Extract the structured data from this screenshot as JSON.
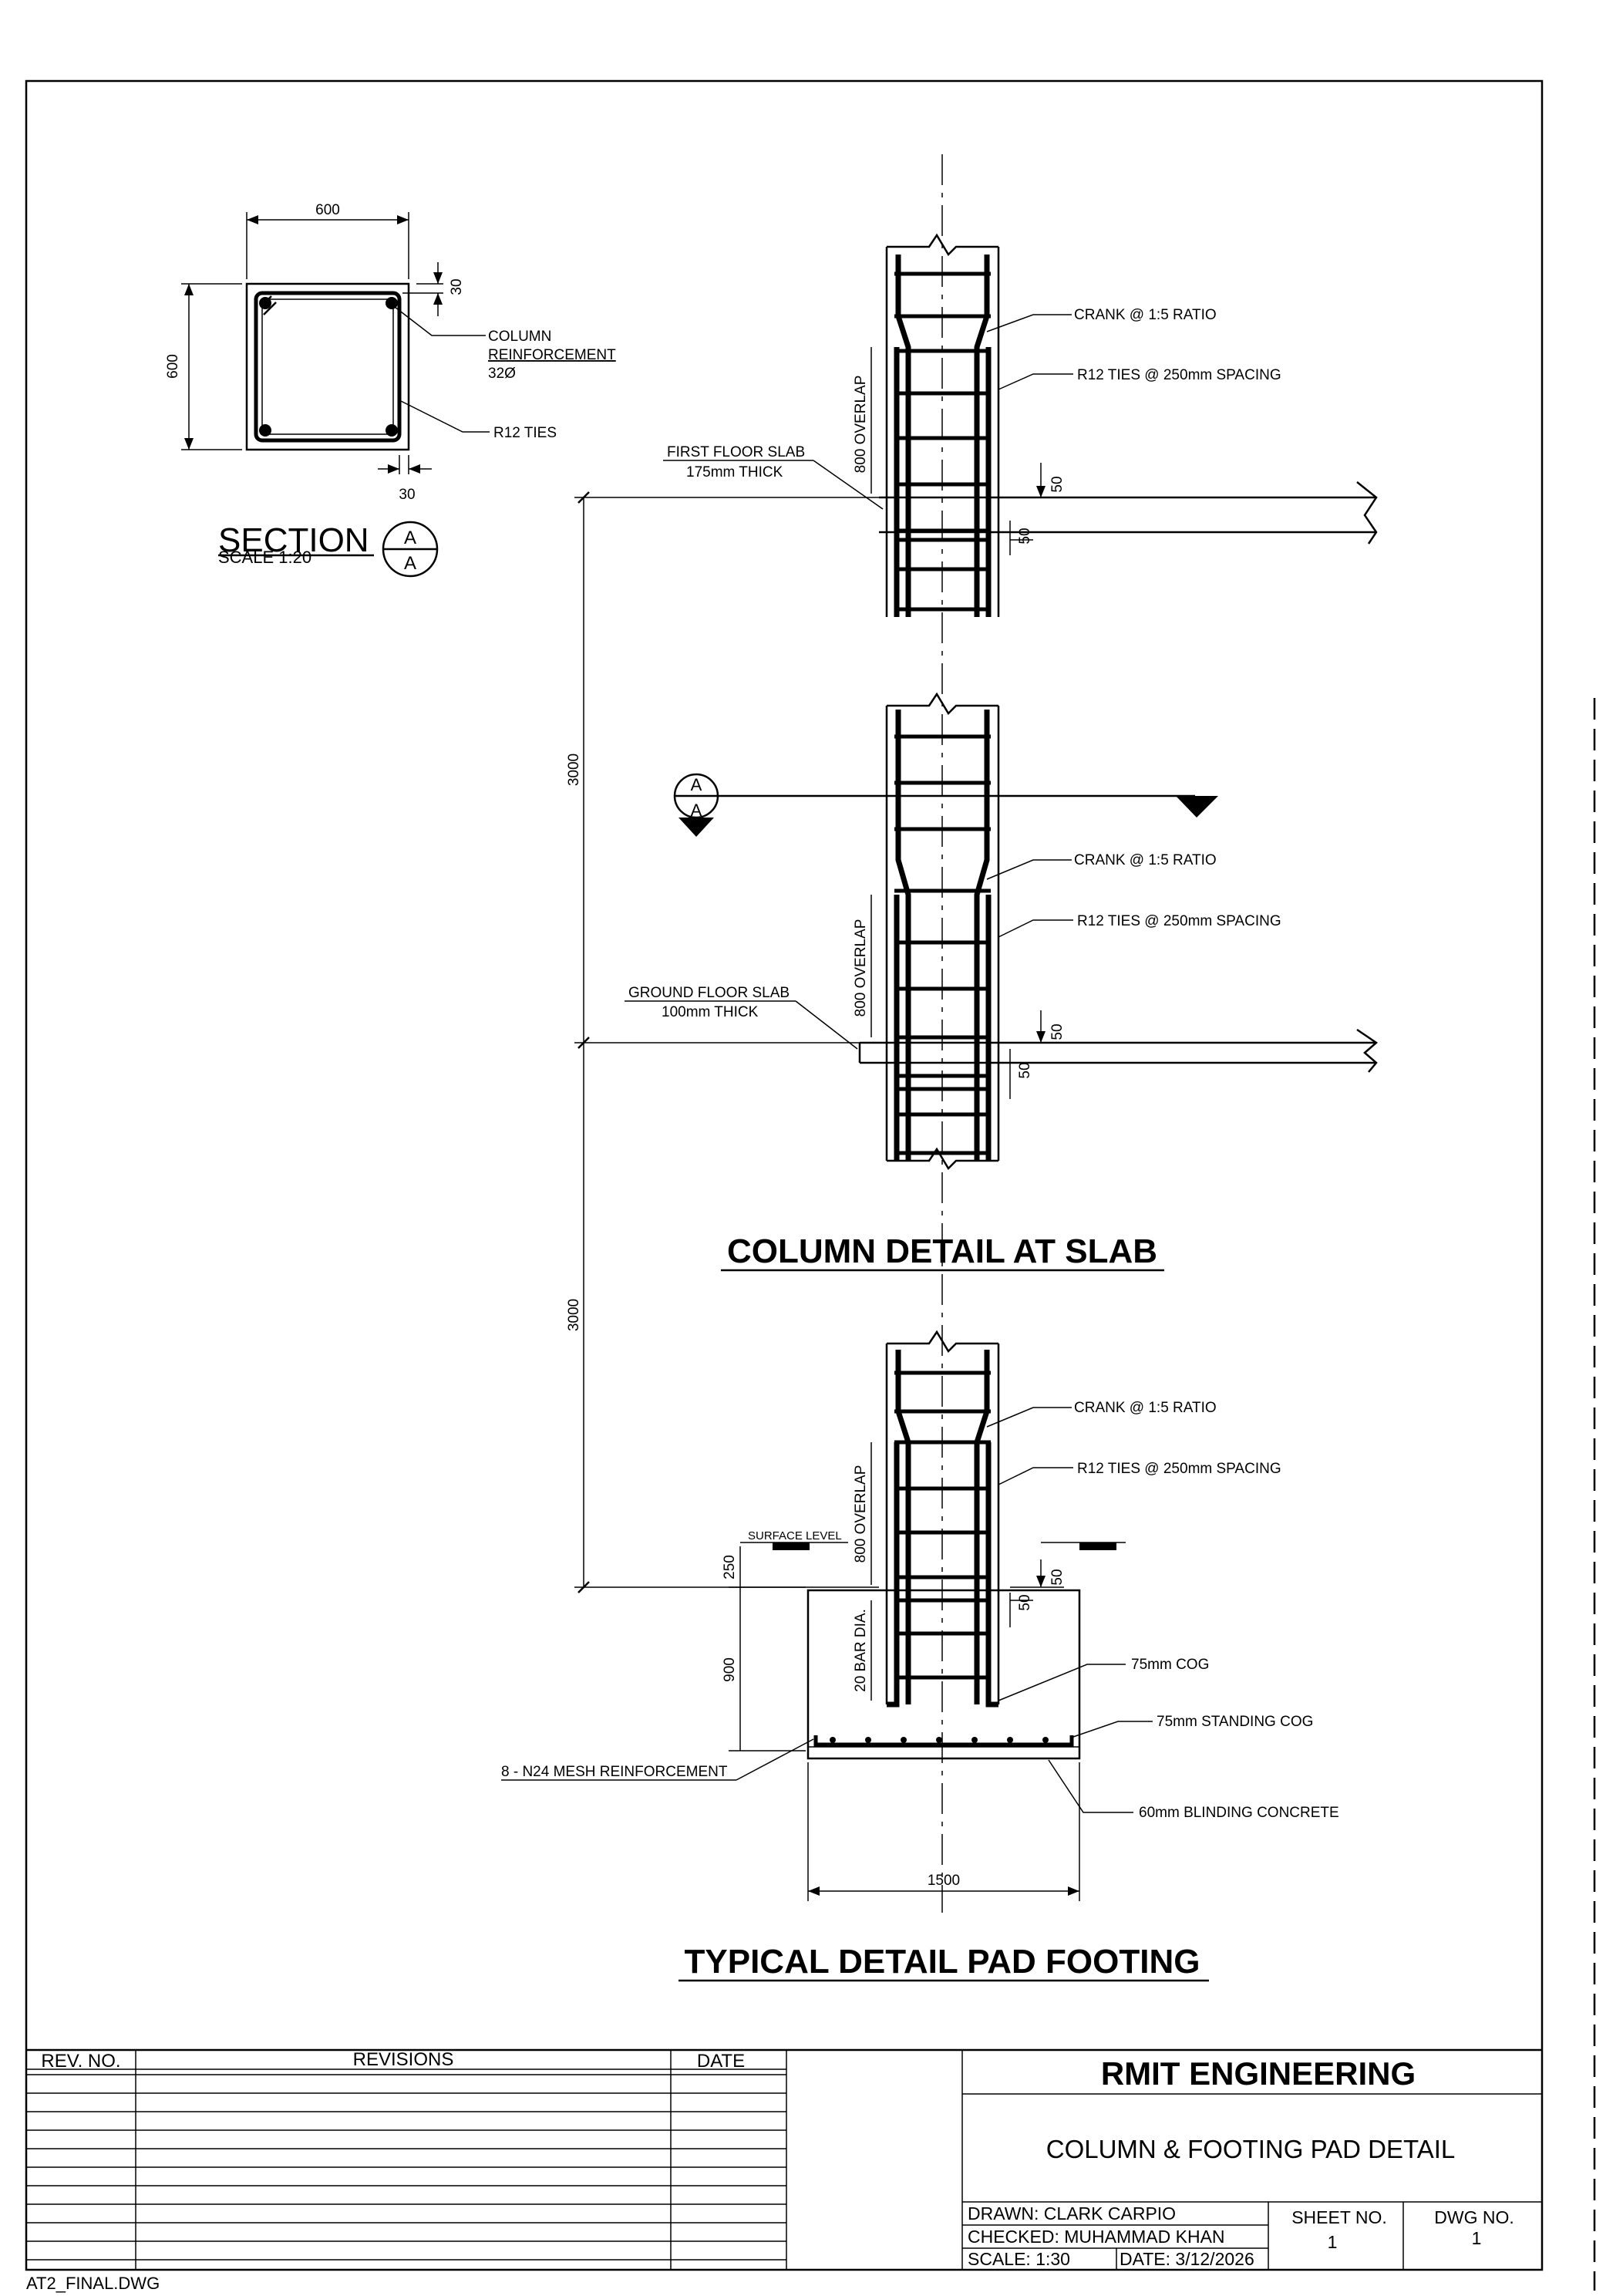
{
  "section": {
    "title": "SECTION",
    "scale": "SCALE 1:20",
    "marker_top": "A",
    "marker_bottom": "A",
    "dim_width": "600",
    "dim_height": "600",
    "dim_cover_top": "30",
    "dim_cover_bottom": "30",
    "label_reinf_1": "COLUMN",
    "label_reinf_2": "REINFORCEMENT",
    "label_reinf_3": "32Ø",
    "label_ties": "R12 TIES"
  },
  "column_detail": {
    "title": "COLUMN DETAIL AT SLAB",
    "crank_1": "CRANK @ 1:5 RATIO",
    "ties_1": "R12 TIES @ 250mm SPACING",
    "crank_2": "CRANK @ 1:5 RATIO",
    "ties_2": "R12 TIES @ 250mm SPACING",
    "first_floor_1": "FIRST FLOOR SLAB",
    "first_floor_2": "175mm THICK",
    "ground_floor_1": "GROUND FLOOR SLAB",
    "ground_floor_2": "100mm THICK",
    "overlap_1": "800 OVERLAP",
    "overlap_2": "800 OVERLAP",
    "dim_50_a": "50",
    "dim_50_b": "50",
    "dim_50_c": "50",
    "dim_50_d": "50",
    "dim_3000_a": "3000",
    "dim_3000_b": "3000",
    "marker_top": "A",
    "marker_bottom": "A"
  },
  "footing": {
    "title": "TYPICAL DETAIL PAD FOOTING",
    "crank": "CRANK @ 1:5 RATIO",
    "ties": "R12 TIES @ 250mm SPACING",
    "overlap": "800 OVERLAP",
    "surface": "SURFACE LEVEL",
    "dim_250": "250",
    "dim_900": "900",
    "bar_dia": "20 BAR DIA.",
    "dim_50_a": "50",
    "dim_50_b": "50",
    "cog": "75mm COG",
    "standing_cog": "75mm STANDING COG",
    "mesh": "8 - N24 MESH REINFORCEMENT",
    "blinding": "60mm BLINDING CONCRETE",
    "dim_1500": "1500"
  },
  "title_block": {
    "rev_no": "REV. NO.",
    "revisions": "REVISIONS",
    "date": "DATE",
    "company": "RMIT ENGINEERING",
    "drawing_title": "COLUMN & FOOTING PAD DETAIL",
    "drawn": "DRAWN: CLARK CARPIO",
    "checked": "CHECKED: MUHAMMAD KHAN",
    "scale": "SCALE: 1:30",
    "date_value": "DATE: 3/12/2026",
    "sheet_label": "SHEET NO.",
    "sheet_value": "1",
    "dwg_label": "DWG NO.",
    "dwg_value": "1"
  },
  "file_name": "AT2_FINAL.DWG"
}
